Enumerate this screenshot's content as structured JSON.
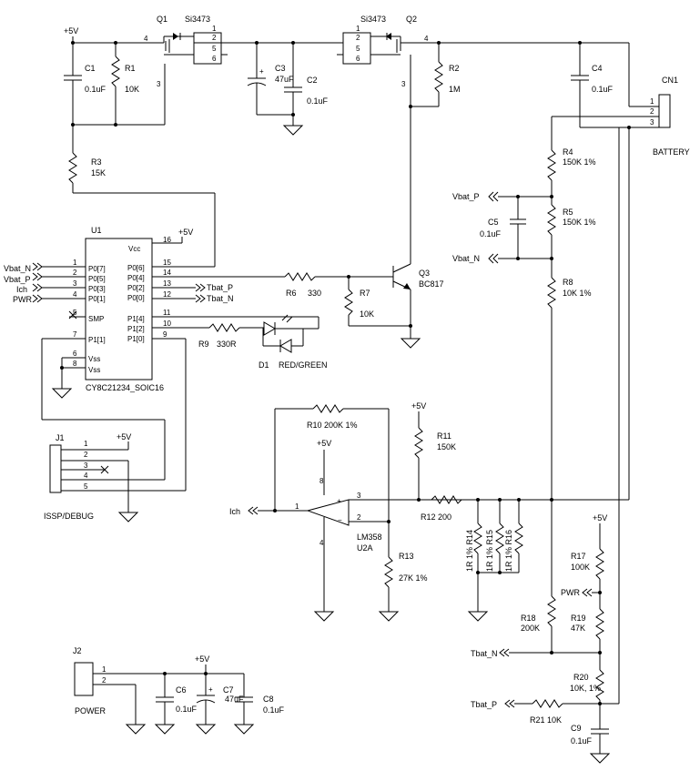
{
  "rails": {
    "vcc": "+5V"
  },
  "q1": {
    "ref": "Q1",
    "part": "Si3473",
    "pins": [
      "1",
      "2",
      "5",
      "6"
    ],
    "gate": "3",
    "src": "4"
  },
  "q2": {
    "ref": "Q2",
    "part": "Si3473",
    "pins": [
      "1",
      "2",
      "5",
      "6"
    ],
    "gate": "3",
    "src": "4"
  },
  "c1": {
    "ref": "C1",
    "val": "0.1uF"
  },
  "r1": {
    "ref": "R1",
    "val": "10K"
  },
  "r3": {
    "ref": "R3",
    "val": "15K"
  },
  "c3": {
    "ref": "C3",
    "val": "47uF"
  },
  "c2": {
    "ref": "C2",
    "val": "0.1uF"
  },
  "r2": {
    "ref": "R2",
    "val": "1M"
  },
  "c4": {
    "ref": "C4",
    "val": "0.1uF"
  },
  "cn1": {
    "ref": "CN1",
    "label": "BATTERY",
    "pins": [
      "1",
      "2",
      "3"
    ]
  },
  "r4": {
    "ref": "R4",
    "val": "150K 1%"
  },
  "r5": {
    "ref": "R5",
    "val": "150K 1%"
  },
  "c5": {
    "ref": "C5",
    "val": "0.1uF"
  },
  "r8": {
    "ref": "R8",
    "val": "10K 1%"
  },
  "u1": {
    "ref": "U1",
    "part": "CY8C21234_SOIC16",
    "vcc": "Vcc",
    "left": [
      {
        "num": "1",
        "name": "P0[7]"
      },
      {
        "num": "2",
        "name": "P0[5]"
      },
      {
        "num": "3",
        "name": "P0[3]"
      },
      {
        "num": "4",
        "name": "P0[1]"
      },
      {
        "num": "5",
        "name": "SMP"
      },
      {
        "num": "7",
        "name": "P1[1]"
      },
      {
        "num": "6",
        "name": "Vss"
      },
      {
        "num": "8",
        "name": "Vss"
      }
    ],
    "right": [
      {
        "num": "16",
        "name": "Vcc"
      },
      {
        "num": "15",
        "name": "P0[6]"
      },
      {
        "num": "14",
        "name": "P0[4]"
      },
      {
        "num": "13",
        "name": "P0[2]"
      },
      {
        "num": "12",
        "name": "P0[0]"
      },
      {
        "num": "11",
        "name": "P1[4]"
      },
      {
        "num": "10",
        "name": "P1[2]"
      },
      {
        "num": "9",
        "name": "P1[0]"
      }
    ]
  },
  "nets": {
    "vbat_n": "Vbat_N",
    "vbat_p": "Vbat_P",
    "ich": "Ich",
    "pwr": "PWR",
    "tbat_p": "Tbat_P",
    "tbat_n": "Tbat_N"
  },
  "r6": {
    "ref": "R6",
    "val": "330"
  },
  "r7": {
    "ref": "R7",
    "val": "10K"
  },
  "q3": {
    "ref": "Q3",
    "part": "BC817"
  },
  "r9": {
    "ref": "R9",
    "val": "330R"
  },
  "d1": {
    "ref": "D1",
    "val": "RED/GREEN"
  },
  "j1": {
    "ref": "J1",
    "label": "ISSP/DEBUG",
    "pins": [
      "1",
      "2",
      "3",
      "4",
      "5"
    ]
  },
  "r10": {
    "label": "R10 200K 1%"
  },
  "r11": {
    "ref": "R11",
    "val": "150K"
  },
  "u2": {
    "part": "LM358",
    "ref": "U2A",
    "pins": {
      "out": "1",
      "inp": "3",
      "inn": "2",
      "vp": "8",
      "vn": "4"
    }
  },
  "r12": {
    "label": "R12 200"
  },
  "r13": {
    "ref": "R13",
    "val": "27K 1%"
  },
  "r14": {
    "label": "1R 1% R14"
  },
  "r15": {
    "label": "1R 1% R15"
  },
  "r16": {
    "label": "1R 1% R16"
  },
  "r17": {
    "ref": "R17",
    "val": "100K"
  },
  "r19": {
    "ref": "R19",
    "val": "47K"
  },
  "r18": {
    "ref": "R18",
    "val": "200K"
  },
  "r20": {
    "ref": "R20",
    "val": "10K, 1%"
  },
  "r21": {
    "label": "R21 10K"
  },
  "c9": {
    "ref": "C9",
    "val": "0.1uF"
  },
  "j2": {
    "ref": "J2",
    "label": "POWER",
    "pins": [
      "1",
      "2"
    ]
  },
  "c6": {
    "ref": "C6",
    "val": "0.1uF"
  },
  "c7": {
    "ref": "C7",
    "val": "47uF"
  },
  "c8": {
    "ref": "C8",
    "val": "0.1uF"
  }
}
